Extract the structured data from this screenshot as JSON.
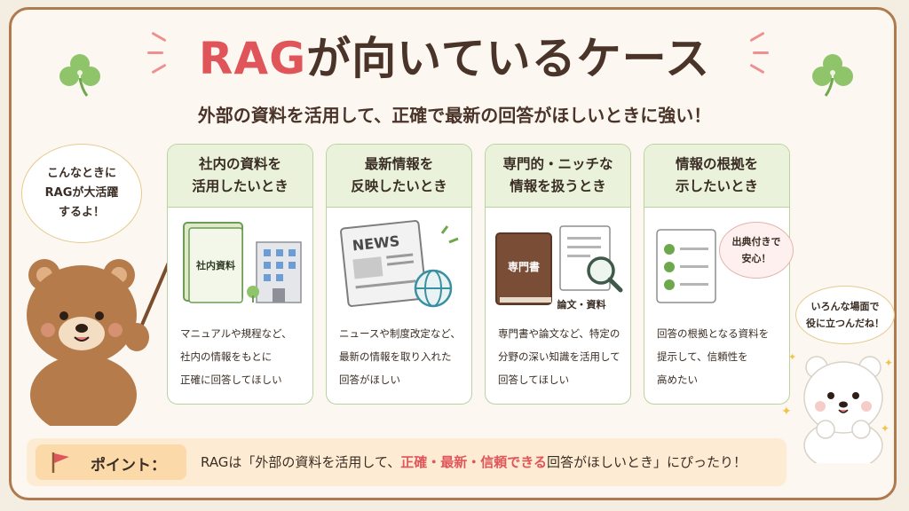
{
  "title": {
    "highlight": "RAG",
    "rest": "が向いているケース"
  },
  "subtitle": "外部の資料を活用して、正確で最新の回答がほしいときに強い！",
  "bear_bubble": "こんなときに\nRAGが大活躍\nするよ！",
  "polar_bubble": "いろんな場面で\n役に立つんだね！",
  "cards": [
    {
      "heading": "社内の資料を\n活用したいとき",
      "illustration_label": "社内資料",
      "description": "マニュアルや規程など、\n社内の情報をもとに\n正確に回答してほしい"
    },
    {
      "heading": "最新情報を\n反映したいとき",
      "illustration_label": "NEWS",
      "description": "ニュースや制度改定など、\n最新の情報を取り入れた\n回答がほしい"
    },
    {
      "heading": "専門的・ニッチな\n情報を扱うとき",
      "illustration_label": "専門書",
      "illustration_sublabel": "論文・資料",
      "description": "専門書や論文など、特定の\n分野の深い知識を活用して\n回答してほしい"
    },
    {
      "heading": "情報の根拠を\n示したいとき",
      "illustration_bubble": "出典付きで\n安心！",
      "description": "回答の根拠となる資料を\n提示して、信頼性を\n高めたい"
    }
  ],
  "point": {
    "label": "ポイント：",
    "text_before": "RAGは「外部の資料を活用して、",
    "text_highlight": "正確・最新・信頼できる",
    "text_after": "回答がほしいとき」にぴったり！"
  },
  "colors": {
    "accent": "#e0555a",
    "card_border": "#b9d3a0",
    "card_header": "#eaf2dc",
    "point_bg": "#fdecd3",
    "frame": "#b07a4f"
  },
  "icons": [
    "clover-icon",
    "bear-character",
    "polar-bear-character",
    "document-icon",
    "building-icon",
    "newspaper-icon",
    "globe-icon",
    "book-icon",
    "magnifier-icon",
    "checklist-icon",
    "flag-icon"
  ]
}
